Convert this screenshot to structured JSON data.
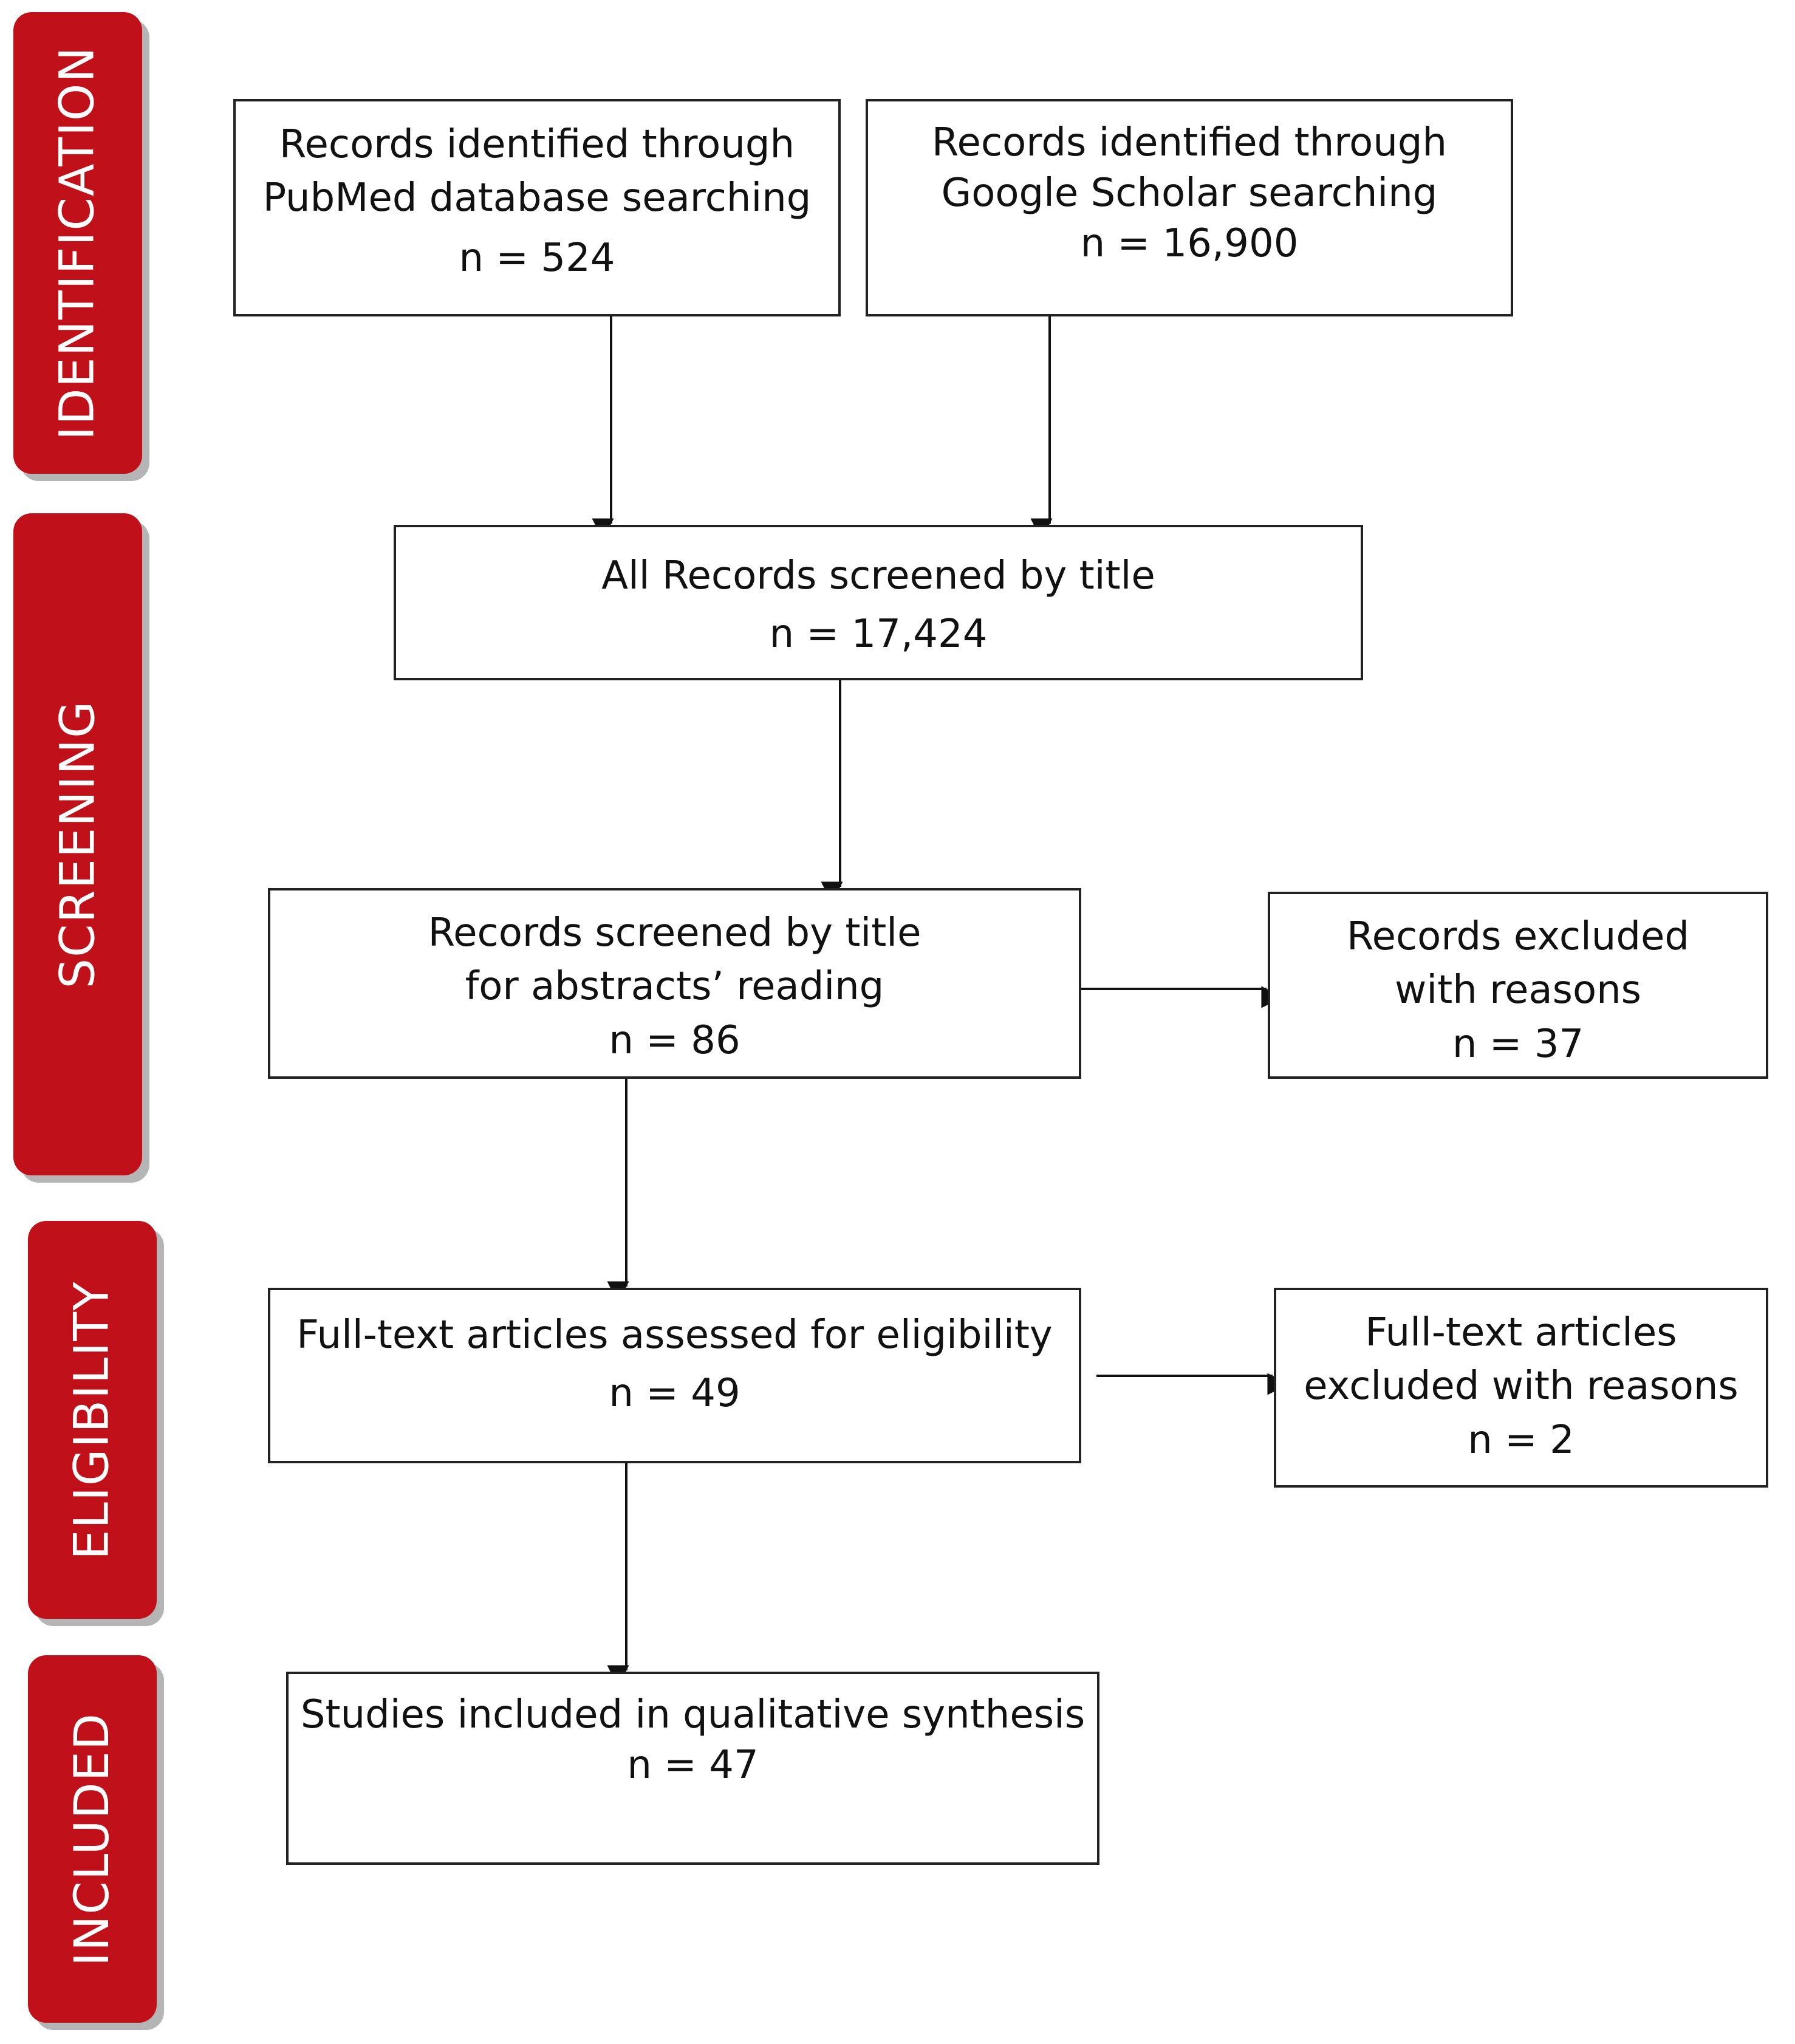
{
  "phases": {
    "identification": "IDENTIFICATION",
    "screening": "SCREENING",
    "eligibility": "ELIGIBILITY",
    "included": "INCLUDED"
  },
  "boxes": {
    "pubmed": {
      "lines": [
        "Records identified through",
        "PubMed database searching"
      ],
      "count": "n = 524"
    },
    "scholar": {
      "lines": [
        "Records identified through",
        "Google Scholar searching"
      ],
      "count": "n = 16,900"
    },
    "all_screened": {
      "lines": [
        "All Records screened by title"
      ],
      "count": "n = 17,424"
    },
    "abstracts": {
      "lines": [
        "Records screened by title",
        "for abstracts’ reading"
      ],
      "count": "n = 86"
    },
    "excluded": {
      "lines": [
        "Records excluded",
        "with reasons"
      ],
      "count": "n = 37"
    },
    "fulltext": {
      "lines": [
        "Full-text articles assessed for eligibility"
      ],
      "count": "n = 49"
    },
    "fulltext_excluded": {
      "lines": [
        "Full-text articles",
        "excluded with reasons"
      ],
      "count": "n = 2"
    },
    "included": {
      "lines": [
        "Studies included in qualitative synthesis"
      ],
      "count": "n = 47"
    }
  },
  "colors": {
    "phase_fill": "#c0111a",
    "phase_shadow": "#b5b5b5",
    "box_border": "#222222",
    "arrow": "#111111"
  }
}
